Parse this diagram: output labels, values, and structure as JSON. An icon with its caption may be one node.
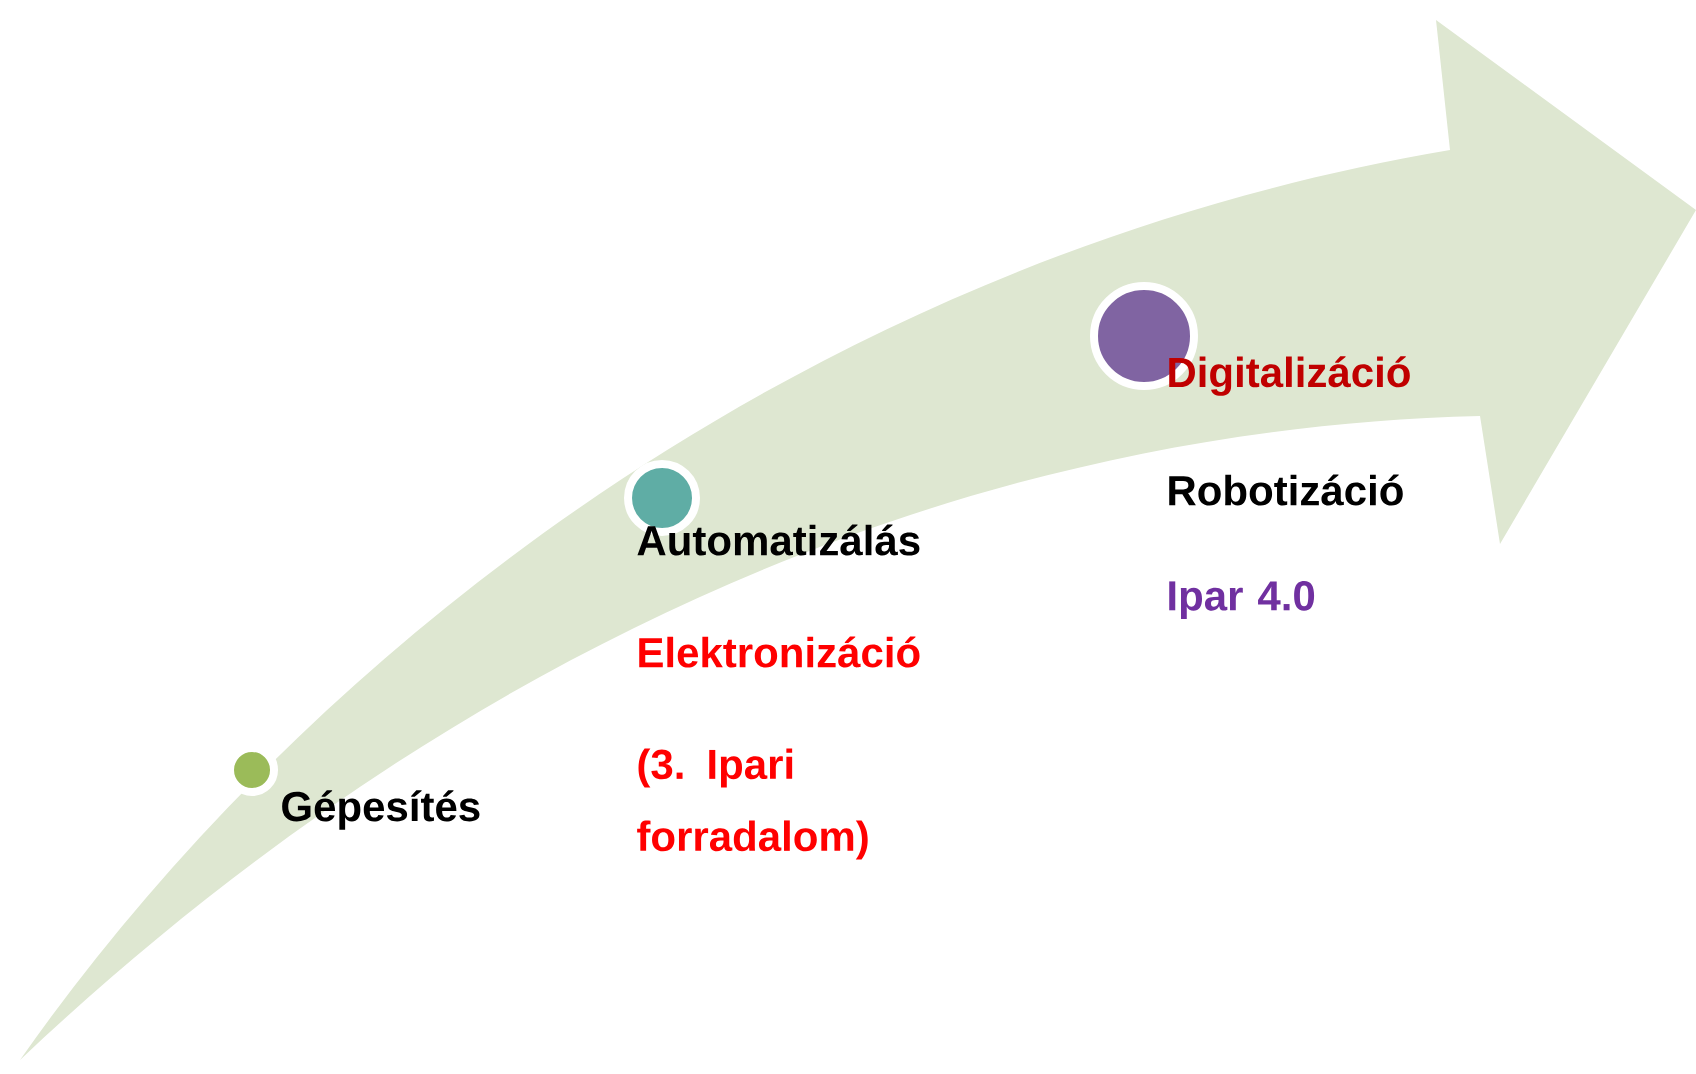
{
  "diagram": {
    "nodes": [
      {
        "text": [],
        "shape": "circle",
        "beside": [
          "Gépesítés"
        ]
      },
      {
        "text": [],
        "shape": "circle",
        "beside": [
          "Automatizálás",
          "Elektronizáció",
          "(3. Ipari forradalom)"
        ]
      },
      {
        "text": [],
        "shape": "circle",
        "beside": [
          "Digitalizáció",
          "Robotizáció",
          "Ipar 4.0"
        ]
      }
    ]
  }
}
